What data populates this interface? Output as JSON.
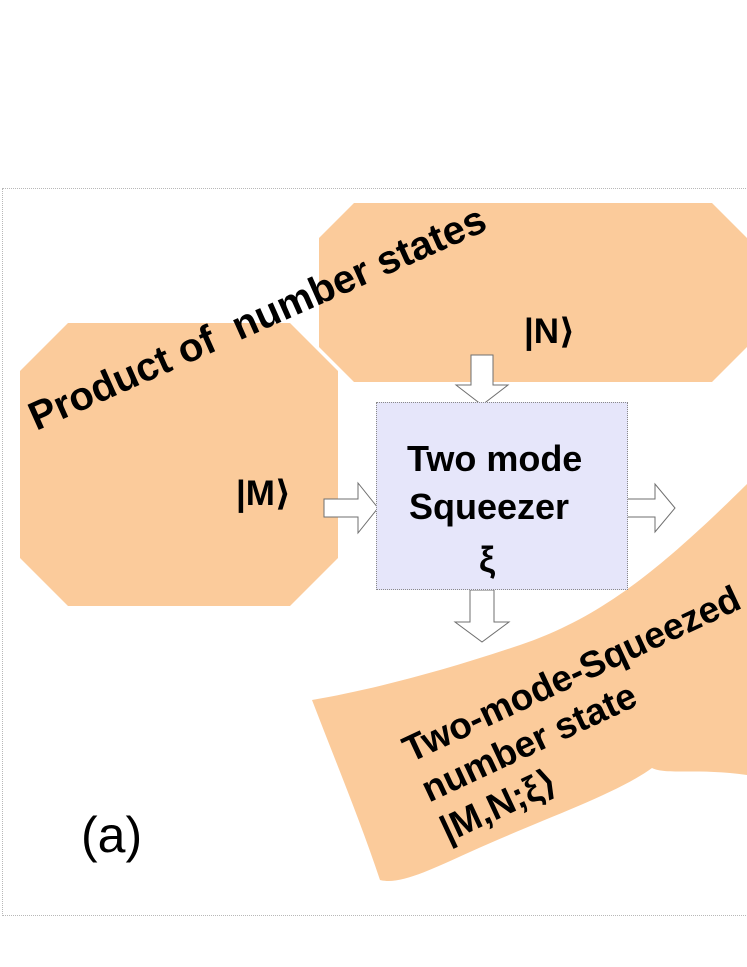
{
  "colors": {
    "state_fill": "#fbcb9b",
    "squeezer_fill": "#e6e6fa",
    "arrow_fill": "#ffffff",
    "arrow_stroke": "#6f6f6f",
    "text": "#000000"
  },
  "input_label": "Product of  number states",
  "ket_n": "|N⟩",
  "ket_m": "|M⟩",
  "squeezer": {
    "title": "Two mode",
    "subtitle": "Squeezer",
    "parameter": "ξ"
  },
  "output": {
    "line1": "Two-mode-Squeezed",
    "line2": "number state",
    "line3": "|M,N;ξ⟩"
  },
  "panel_label": "(a)"
}
